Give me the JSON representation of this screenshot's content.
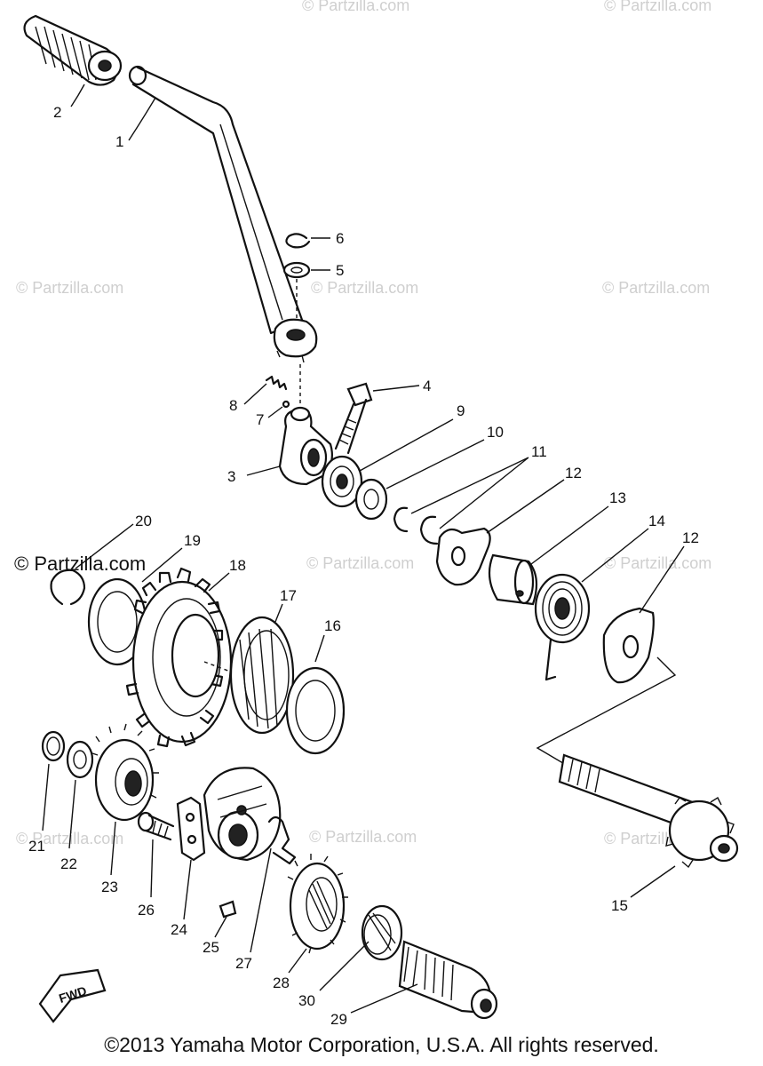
{
  "watermark": "© Partzilla.com",
  "callouts": {
    "p1": "1",
    "p2": "2",
    "p3": "3",
    "p4": "4",
    "p5": "5",
    "p6": "6",
    "p7": "7",
    "p8": "8",
    "p9": "9",
    "p10": "10",
    "p11": "11",
    "p12a": "12",
    "p12b": "12",
    "p13": "13",
    "p14": "14",
    "p15": "15",
    "p16": "16",
    "p17": "17",
    "p18": "18",
    "p19": "19",
    "p20": "20",
    "p21": "21",
    "p22": "22",
    "p23": "23",
    "p24": "24",
    "p25": "25",
    "p26": "26",
    "p27": "27",
    "p28": "28",
    "p29": "29",
    "p30": "30"
  },
  "fwd_marker": "FWD",
  "copyright": "©2013  Yamaha Motor Corporation, U.S.A. All rights reserved."
}
